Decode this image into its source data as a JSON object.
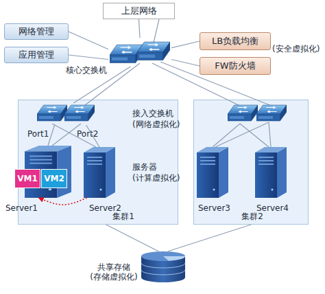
{
  "diagram": {
    "nodes": [
      {
        "text": [
          "上层网络"
        ]
      },
      {
        "text": [
          "网络管理"
        ]
      },
      {
        "text": [
          "应用管理"
        ]
      },
      {
        "text": [
          "核心交换机"
        ]
      },
      {
        "text": [
          "LB负载均衡"
        ]
      },
      {
        "text": [
          "FW防火墙"
        ]
      },
      {
        "text": [
          "集群1"
        ]
      },
      {
        "text": [
          "Port1",
          "Port2"
        ],
        "in": 6
      },
      {
        "text": [
          "Server1"
        ],
        "in": 6
      },
      {
        "text": [
          "VM1"
        ],
        "in": 8
      },
      {
        "text": [
          "VM2"
        ],
        "in": 8
      },
      {
        "text": [
          "Server2"
        ],
        "in": 6
      },
      {
        "text": [
          "集群2"
        ]
      },
      {
        "text": [
          "Server3"
        ],
        "in": 12
      },
      {
        "text": [
          "Server4"
        ],
        "in": 12
      },
      {
        "text": [
          "共享存储 (存储虚拟化)"
        ]
      }
    ],
    "edges": [
      {
        "from": 3,
        "to": 0,
        "arrow": "none"
      },
      {
        "from": 1,
        "to": 3,
        "arrow": "none"
      },
      {
        "from": 2,
        "to": 3,
        "arrow": "none"
      },
      {
        "from": 4,
        "to": 3,
        "arrow": "none"
      },
      {
        "from": 5,
        "to": 3,
        "arrow": "none"
      },
      {
        "from": 3,
        "to": 7,
        "arrow": "none"
      },
      {
        "from": 7,
        "to": 8,
        "arrow": "none"
      },
      {
        "from": 7,
        "to": 11,
        "arrow": "none"
      },
      {
        "from": 11,
        "to": 8,
        "arrow": "to"
      },
      {
        "from": 6,
        "to": 15,
        "arrow": "none"
      },
      {
        "from": 12,
        "to": 15,
        "arrow": "none"
      }
    ],
    "labels": [
      "(安全虚拟化)",
      "接入交换机 (网络虚拟化)",
      "服务器 (计算虚拟化)"
    ]
  }
}
